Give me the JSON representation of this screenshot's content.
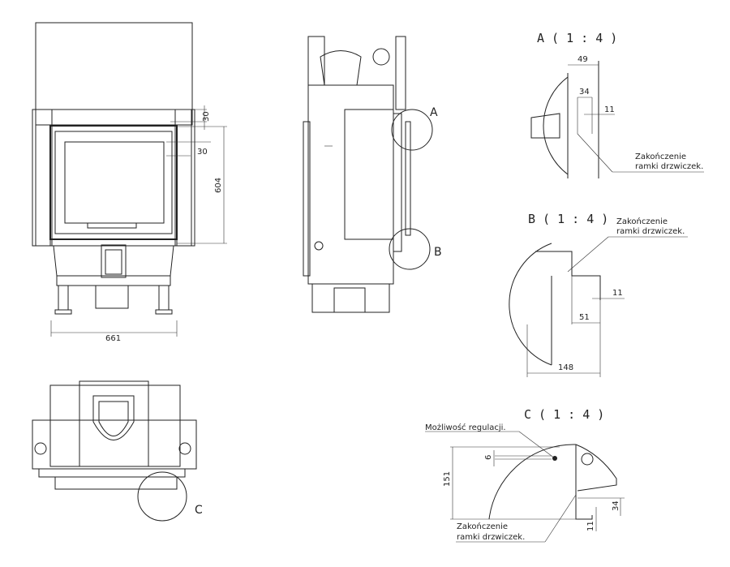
{
  "front_view": {
    "dim_width": "661",
    "dim_height": "604",
    "dim_top": "30",
    "dim_side": "30"
  },
  "side_view": {
    "callout_a": "A",
    "callout_b": "B"
  },
  "top_view": {
    "callout_c": "C"
  },
  "detail_a": {
    "title": "A ( 1 : 4 )",
    "dim_1": "49",
    "dim_2": "34",
    "dim_3": "11",
    "note_line1": "Zakończenie",
    "note_line2": "ramki drzwiczek."
  },
  "detail_b": {
    "title": "B ( 1 : 4 )",
    "dim_1": "11",
    "dim_2": "51",
    "dim_3": "148",
    "note_line1": "Zakończenie",
    "note_line2": "ramki drzwiczek."
  },
  "detail_c": {
    "title": "C ( 1 : 4 )",
    "note_adjust": "Możliwość regulacji.",
    "dim_1": "6",
    "dim_2": "151",
    "dim_3": "34",
    "dim_4": "11",
    "note_line1": "Zakończenie",
    "note_line2": "ramki drzwiczek."
  }
}
